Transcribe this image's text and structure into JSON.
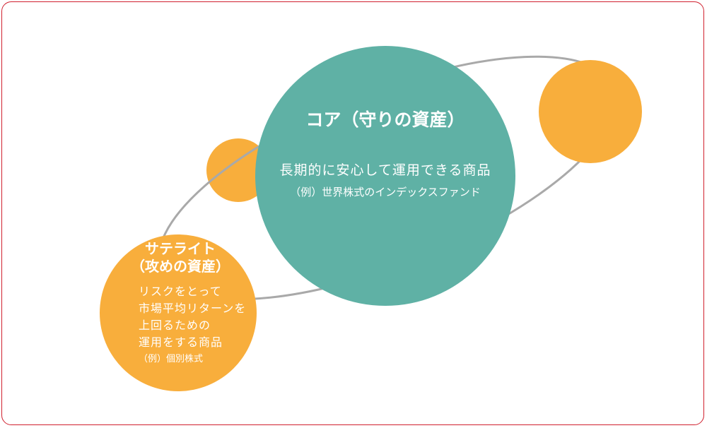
{
  "colors": {
    "border": "#d0202e",
    "core": "#5fb1a5",
    "satellite": "#f8ae3c",
    "orbit": "#a9a9a9"
  },
  "core": {
    "title": "コア（守りの資産）",
    "description": "長期的に安心して運用できる商品",
    "example": "（例）世界株式のインデックスファンド"
  },
  "satellite": {
    "title_line1": "サテライト",
    "title_line2": "（攻めの資産）",
    "desc_lines": [
      "リスクをとって",
      "市場平均リターンを",
      "上回るための",
      "運用をする商品"
    ],
    "example": "（例）個別株式"
  }
}
